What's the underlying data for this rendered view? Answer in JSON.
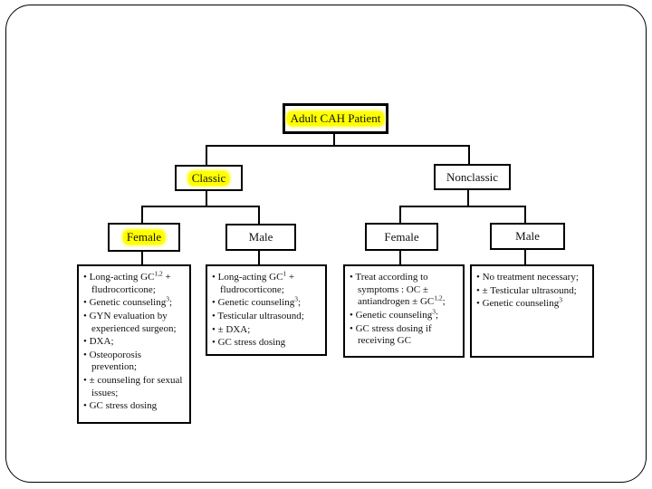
{
  "colors": {
    "highlight": "#ffff00",
    "line": "#000000",
    "text": "#000000",
    "background": "#ffffff"
  },
  "tree": {
    "root": {
      "label": "Adult CAH Patient",
      "highlighted": true
    },
    "branches": [
      {
        "label": "Classic",
        "highlighted": true,
        "children": [
          {
            "label": "Female",
            "highlighted": true,
            "items": [
              "Long-acting GC^{1,2} + fludrocorticone;",
              "Genetic counseling^{3};",
              "GYN evaluation by experienced surgeon;",
              "DXA;",
              "Osteoporosis prevention;",
              "± counseling for sexual issues;",
              "GC stress dosing"
            ]
          },
          {
            "label": "Male",
            "highlighted": false,
            "items": [
              "Long-acting GC^{1} + fludrocorticone;",
              "Genetic counseling^{3};",
              "Testicular ultrasound;",
              "± DXA;",
              "GC stress dosing"
            ]
          }
        ]
      },
      {
        "label": "Nonclassic",
        "highlighted": false,
        "children": [
          {
            "label": "Female",
            "highlighted": false,
            "items": [
              "Treat according to symptoms : OC ± antiandrogen ± GC^{1,2};",
              "Genetic counseling^{3};",
              "GC stress dosing if receiving GC"
            ]
          },
          {
            "label": "Male",
            "highlighted": false,
            "items": [
              "No treatment necessary;",
              "± Testicular ultrasound;",
              "Genetic counseling^{3}"
            ]
          }
        ]
      }
    ]
  }
}
